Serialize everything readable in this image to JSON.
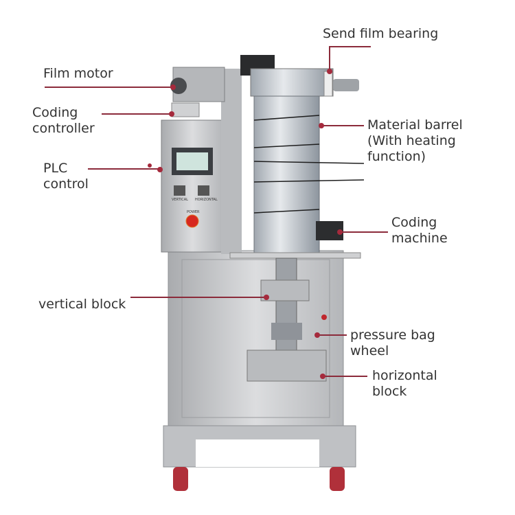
{
  "labels": {
    "send_film_bearing": "Send film bearing",
    "film_motor": "Film motor",
    "coding_controller": [
      "Coding",
      "controller"
    ],
    "plc_control": [
      "PLC",
      "control"
    ],
    "material_barrel": [
      "Material barrel",
      "(With heating",
      "function)"
    ],
    "coding_machine": [
      "Coding",
      "machine"
    ],
    "vertical_block": "vertical block",
    "pressure_bag_wheel": [
      "pressure bag",
      "wheel"
    ],
    "horizontal_block": [
      "horizontal",
      "block"
    ]
  },
  "control_panel": {
    "vertical": "VERTICAL",
    "horizontal": "HORIZONTAL",
    "power": "POWER"
  },
  "colors": {
    "leader_line": "#8b2a3a",
    "steel": "#c9cacc",
    "wheel": "#b0303a"
  }
}
